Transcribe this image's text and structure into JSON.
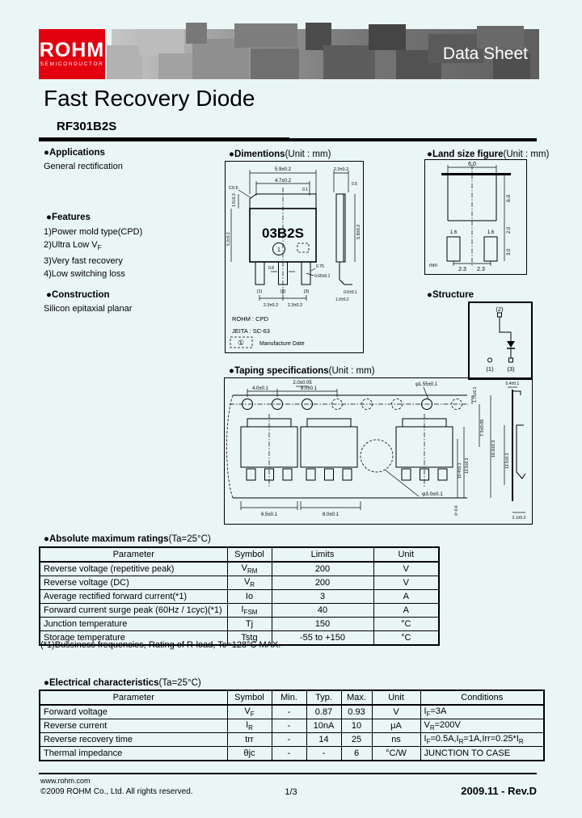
{
  "brand_color": "#e3000f",
  "banner_color": "#5f5f5f",
  "header": {
    "brand": "ROHM",
    "brand_sub": "SEMICONDUCTOR",
    "banner_title": "Data Sheet"
  },
  "title": {
    "product": "Fast Recovery Diode",
    "part_number": "RF301B2S"
  },
  "applications": {
    "heading": "●Applications",
    "body": "General rectification"
  },
  "features": {
    "heading": "●Features",
    "items": [
      "1)Power mold type(CPD)",
      "2)Ultra Low V_{F}",
      "3)Very fast recovery",
      "4)Low switching loss"
    ]
  },
  "construction": {
    "heading": "●Construction",
    "body": "Silicon epitaxial planar"
  },
  "figures": {
    "dimensions": {
      "heading": "●Dimentions",
      "unit": "(Unit : mm)",
      "labels": {
        "overall": "5.9±0.2",
        "inner": "4.7±0.2",
        "off": "0.1",
        "chamfer": "C0.5",
        "tab_h": "1.5±0.3",
        "body_h": "5.3±0.2",
        "marking": "03B2S",
        "mark_digit": "1",
        "lead_w": "0.8",
        "lead_w2": "0.75",
        "lead_t": "0.65±0.1",
        "pin1": "(1)",
        "pin2": "(2)",
        "pin3": "(3)",
        "pitch1": "2.3±0.2",
        "pitch2": "2.3±0.2",
        "side_top": "2.3±0.2",
        "side_gap": "0.5",
        "side_h": "5.8±0.2",
        "side_b1": "0.6±0.1",
        "side_b2": "1.0±0.2",
        "pkg_rohm": "ROHM : CPD",
        "pkg_jeita": "JEITA : SC-63",
        "mark_symbol": "①",
        "mark_label": "Manufacture Date"
      }
    },
    "land": {
      "heading": "●Land size figure",
      "unit": "(Unit : mm)",
      "labels": {
        "w": "6.0",
        "h": "6.0",
        "pad_w1": "1.6",
        "pad_w2": "1.6",
        "gap": "2.0",
        "pad_h": "3.0",
        "p1": "2.3",
        "p2": "2.3",
        "unit_note": "mm"
      }
    },
    "structure": {
      "heading": "●Structure",
      "labels": {
        "t2": "(2)",
        "t1": "(1)",
        "t3": "(3)"
      }
    },
    "taping": {
      "heading": "●Taping specifications",
      "unit": "(Unit : mm)",
      "labels": {
        "p0": "2.0±0.05",
        "p1": "4.0±0.1",
        "p2": "8.0±0.1",
        "hole": "φ1.55±0.1",
        "e": "1.75±0.1",
        "f": "7.5±0.05",
        "w": "16.0±0.3",
        "h1": "10.4±0.1",
        "h2": "13.5±0.3",
        "h3": "0~0.6",
        "b1": "6.5±0.1",
        "b2": "8.0±0.1",
        "center_hole": "φ3.0±0.1",
        "s_top": "0.4±0.1",
        "s_depth": "13.5±0.3",
        "s_bot": "2.1±0.2"
      }
    }
  },
  "abs_max": {
    "heading": "●Absolute maximum ratings",
    "condition": "(Ta=25°C)",
    "columns": [
      "Parameter",
      "Symbol",
      "Limits",
      "Unit"
    ],
    "rows": [
      {
        "param": "Reverse voltage (repetitive peak)",
        "sym": "V_{RM}",
        "limit": "200",
        "unit": "V"
      },
      {
        "param": "Reverse voltage (DC)",
        "sym": "V_{R}",
        "limit": "200",
        "unit": "V"
      },
      {
        "param": "Average rectified forward current(*1)",
        "sym": "Io",
        "limit": "3",
        "unit": "A"
      },
      {
        "param": "Forward current surge peak (60Hz / 1cyc)(*1)",
        "sym": "I_{FSM}",
        "limit": "40",
        "unit": "A"
      },
      {
        "param": "Junction temperature",
        "sym": "Tj",
        "limit": "150",
        "unit": "°C"
      },
      {
        "param": "Storage temperature",
        "sym": "Tstg",
        "limit": "-55 to +150",
        "unit": "°C"
      }
    ],
    "footnote": "(*1)Bussiness frequencies, Rating of R-load, Tc=128°C MAX."
  },
  "elec": {
    "heading": "●Electrical characteristics",
    "condition": "(Ta=25°C)",
    "columns": [
      "Parameter",
      "Symbol",
      "Min.",
      "Typ.",
      "Max.",
      "Unit",
      "Conditions"
    ],
    "rows": [
      {
        "param": "Forward voltage",
        "sym": "V_{F}",
        "min": "-",
        "typ": "0.87",
        "max": "0.93",
        "unit": "V",
        "cond": "I_{F}=3A"
      },
      {
        "param": "Reverse current",
        "sym": "I_{R}",
        "min": "-",
        "typ": "10nA",
        "max": "10",
        "unit": "μA",
        "cond": "V_{R}=200V"
      },
      {
        "param": "Reverse recovery time",
        "sym": "trr",
        "min": "-",
        "typ": "14",
        "max": "25",
        "unit": "ns",
        "cond": "I_{F}=0.5A,I_{R}=1A,Irr=0.25*I_{R}"
      },
      {
        "param": "Thermal impedance",
        "sym": "θjc",
        "min": "-",
        "typ": "-",
        "max": "6",
        "unit": "°C/W",
        "cond": "JUNCTION TO CASE"
      }
    ]
  },
  "footer": {
    "url": "www.rohm.com",
    "copyright": "©2009 ROHM Co., Ltd. All rights reserved.",
    "page": "1/3",
    "rev": "2009.11 -  Rev.D"
  }
}
